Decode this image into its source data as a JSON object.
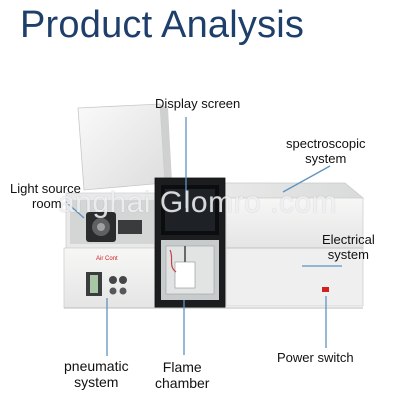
{
  "title": "Product Analysis",
  "colors": {
    "title": "#1f3f6b",
    "leader_line": "#5f93c2",
    "body_white": "#f1f2f1",
    "panel_black": "#1c1d1f",
    "accent_red": "#d12020"
  },
  "labels": {
    "display_screen": "Display screen",
    "spectroscopic_system_line1": "spectroscopic",
    "spectroscopic_system_line2": "system",
    "light_source_room_line1": "Light source",
    "light_source_room_line2": "room",
    "electrical_system_line1": "Electrical",
    "electrical_system_line2": "system",
    "pneumatic_system_line1": "pneumatic",
    "pneumatic_system_line2": "system",
    "flame_chamber_line1": "Flame",
    "flame_chamber_line2": "chamber",
    "power_switch": "Power switch"
  },
  "watermark": "anghai Glomro .com",
  "panel_text": "Air Cont"
}
